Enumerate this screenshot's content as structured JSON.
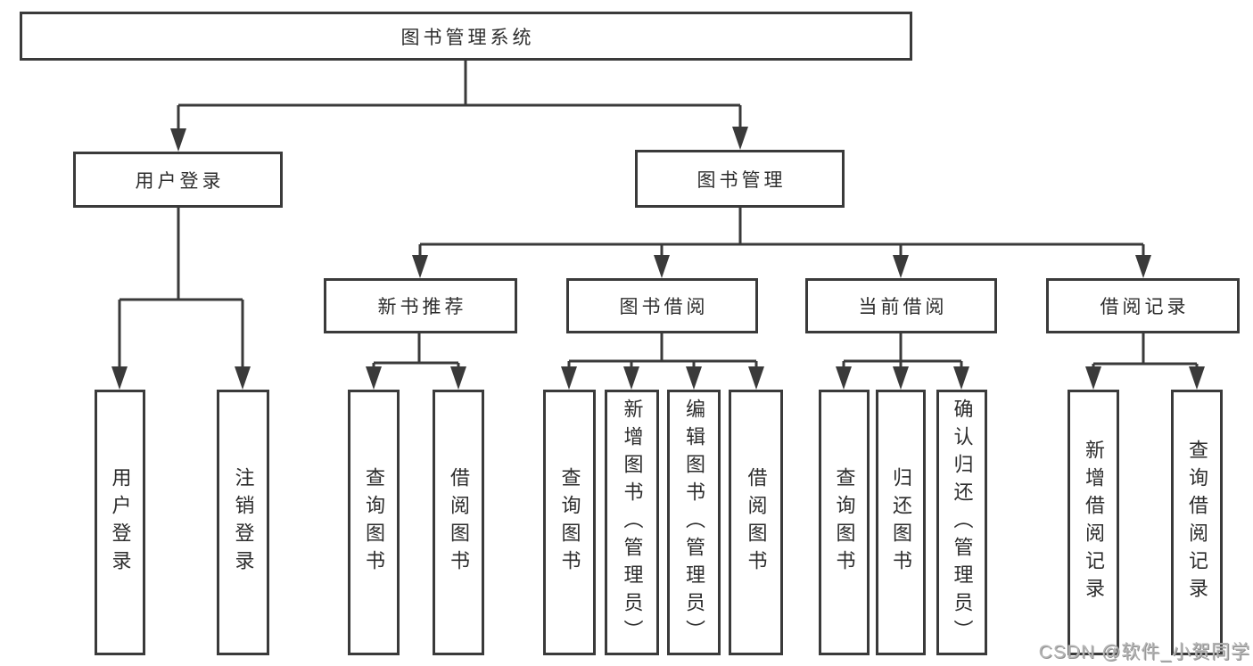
{
  "diagram": {
    "type": "tree",
    "root": {
      "label": "图书管理系统"
    },
    "level2": [
      {
        "id": "user_login",
        "label": "用户登录",
        "parent": "root"
      },
      {
        "id": "book_mgmt",
        "label": "图书管理",
        "parent": "root"
      }
    ],
    "level3": [
      {
        "id": "new_book_rec",
        "label": "新书推荐",
        "parent": "book_mgmt"
      },
      {
        "id": "book_borrow",
        "label": "图书借阅",
        "parent": "book_mgmt"
      },
      {
        "id": "current_borrow",
        "label": "当前借阅",
        "parent": "book_mgmt"
      },
      {
        "id": "borrow_records",
        "label": "借阅记录",
        "parent": "book_mgmt"
      }
    ],
    "leaves": {
      "user_login": [
        "用户登录",
        "注销登录"
      ],
      "new_book_rec": [
        "查询图书",
        "借阅图书"
      ],
      "book_borrow": [
        "查询图书",
        "新增图书（管理员）",
        "编辑图书（管理员）",
        "借阅图书"
      ],
      "current_borrow": [
        "查询图书",
        "归还图书",
        "确认归还（管理员）"
      ],
      "borrow_records": [
        "新增借阅记录",
        "查询借阅记录"
      ]
    }
  },
  "watermark": {
    "text": "CSDN @软件_小贺同学"
  },
  "colors": {
    "line": "#3a3a3a",
    "box_border": "#3a3a3a",
    "box_fill": "#ffffff",
    "text": "#2d2d2d",
    "background": "#ffffff",
    "watermark": "#b5b5b5"
  }
}
